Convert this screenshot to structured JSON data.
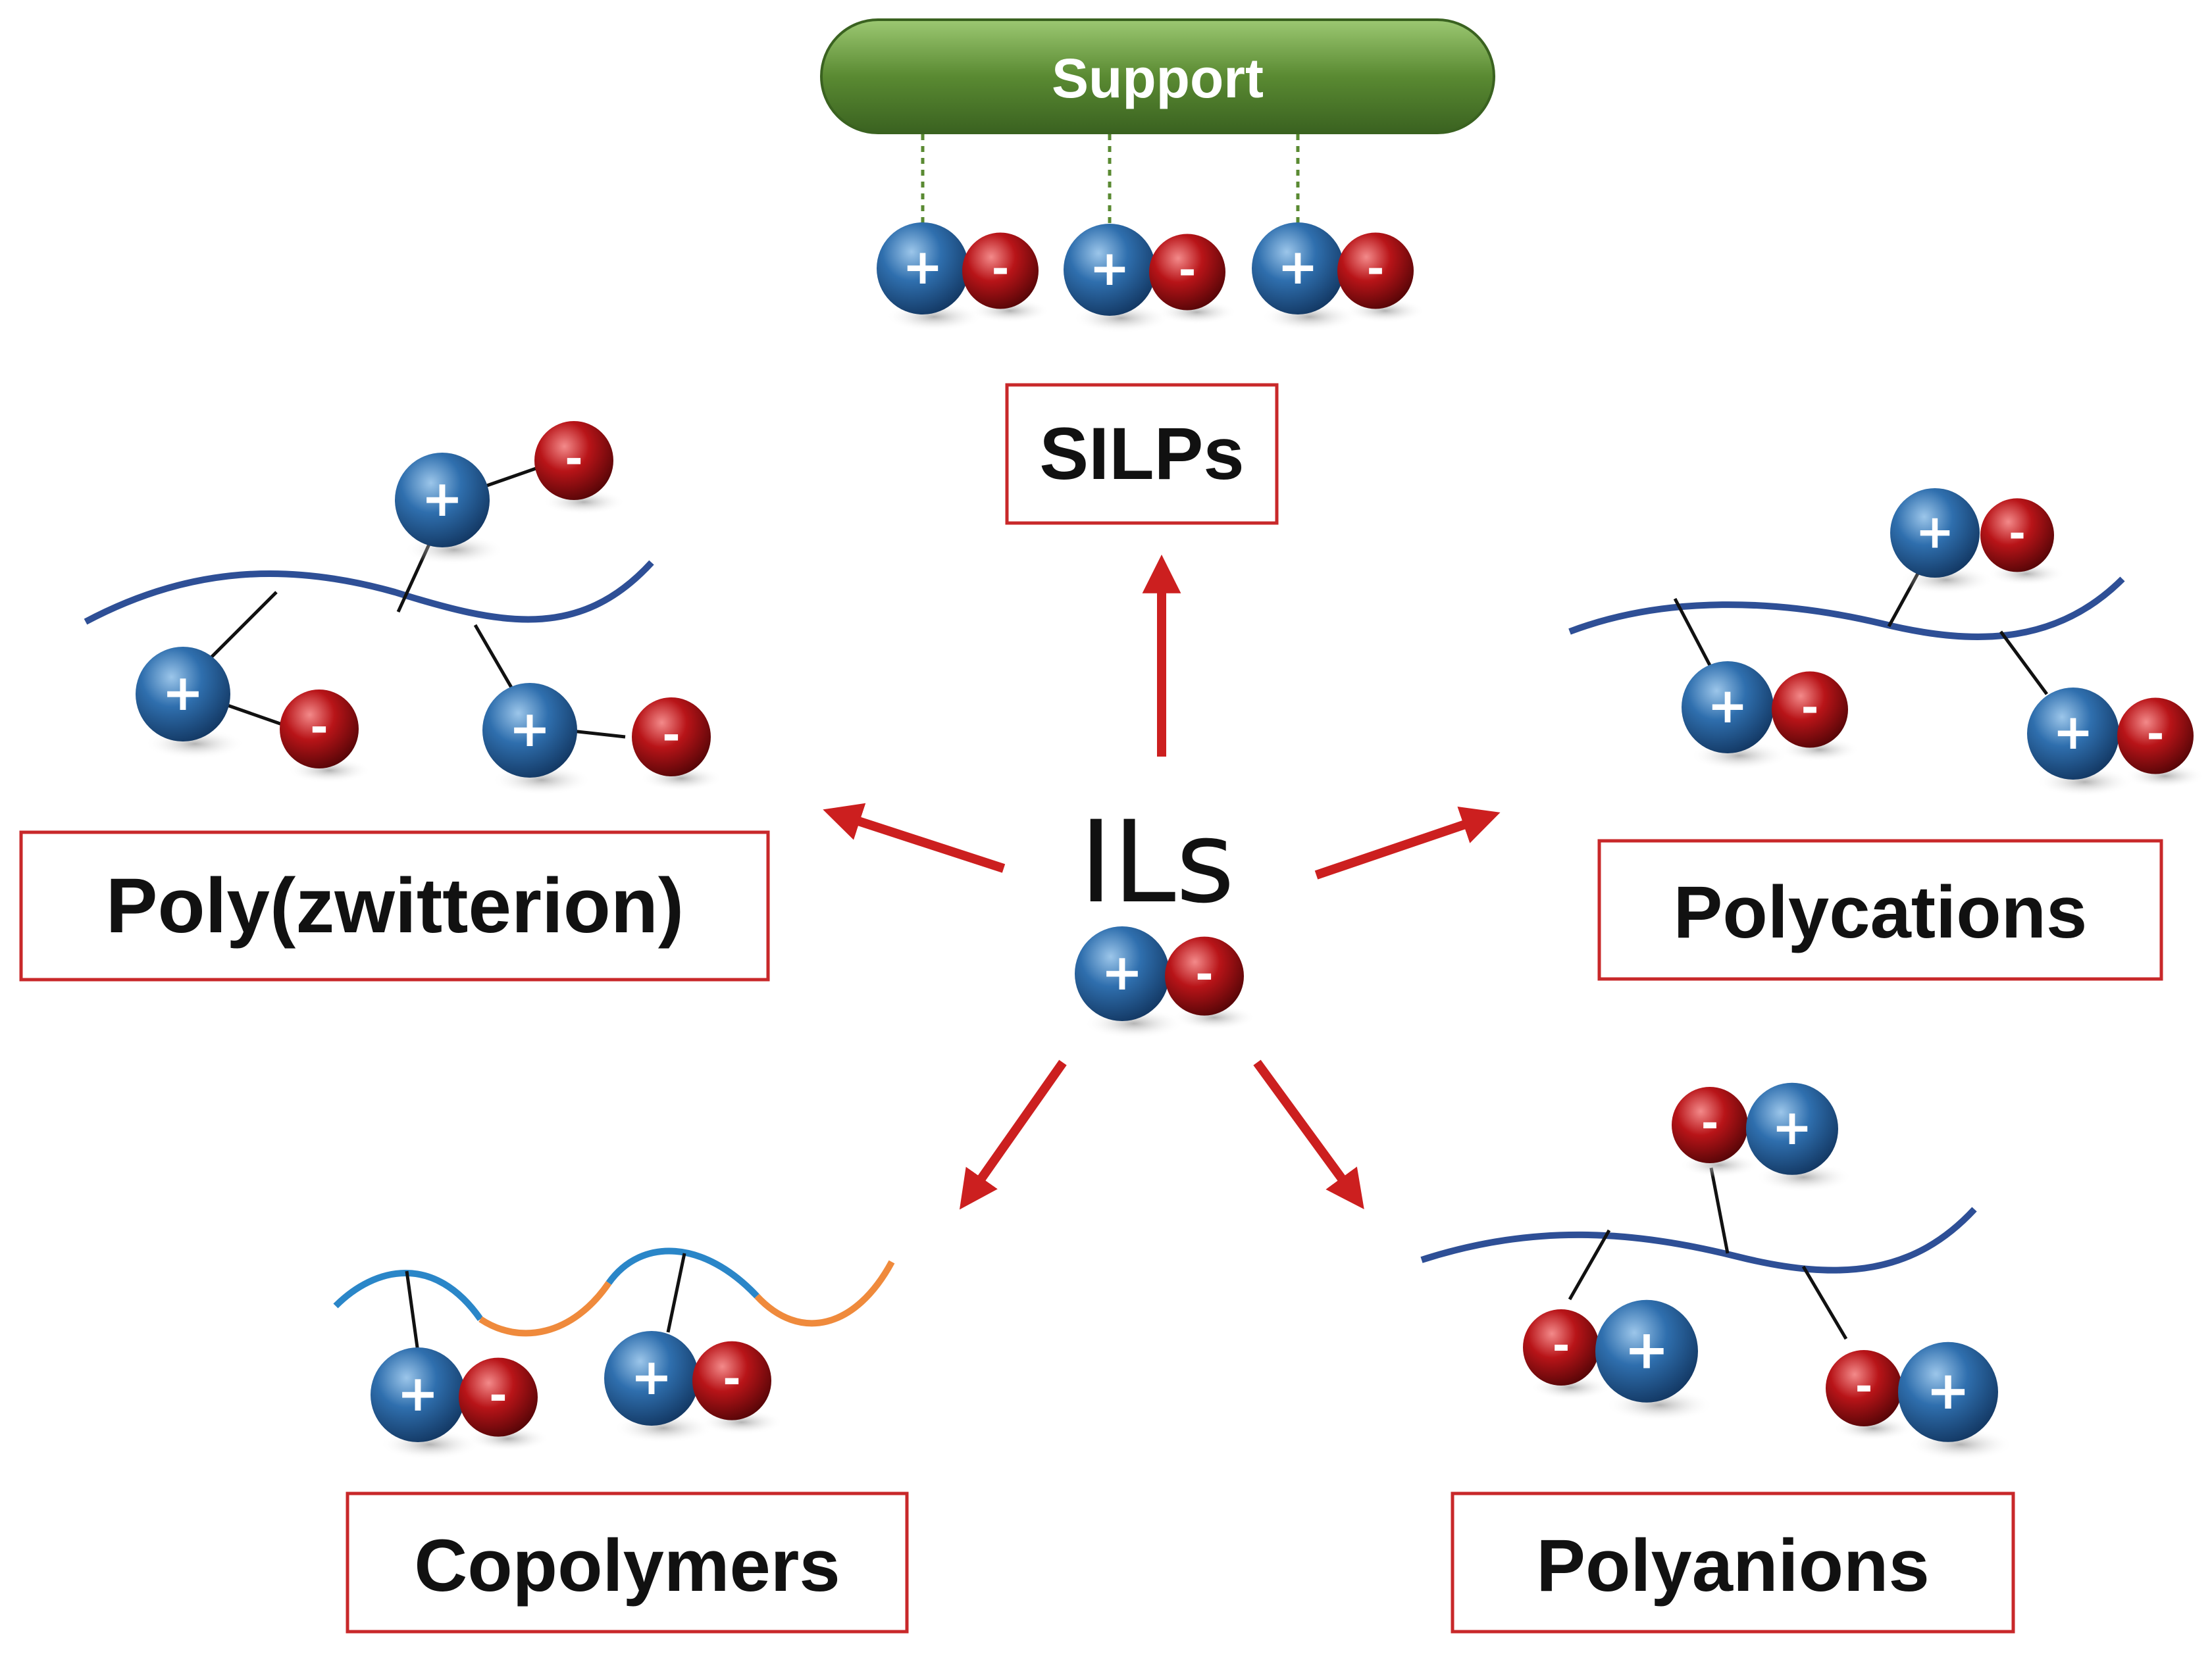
{
  "center": {
    "label": "ILs"
  },
  "support": {
    "label": "Support"
  },
  "boxes": {
    "silps": "SILPs",
    "poly_zwitterion": "Poly(zwitterion)",
    "polycations": "Polycations",
    "copolymers": "Copolymers",
    "polyanions": "Polyanions"
  },
  "signs": {
    "plus": "+",
    "minus": "-"
  },
  "colors": {
    "cation": "#2f6fae",
    "anion": "#b81418",
    "arrow": "#cc1f1f",
    "chain": "#2e4f96",
    "copolymer_a": "#2a86c8",
    "copolymer_b": "#ef8a3c",
    "support": "#5a8a32",
    "box_border": "#c8282a"
  },
  "icons": [
    "cation-sphere",
    "anion-sphere",
    "arrow",
    "polymer-backbone"
  ]
}
